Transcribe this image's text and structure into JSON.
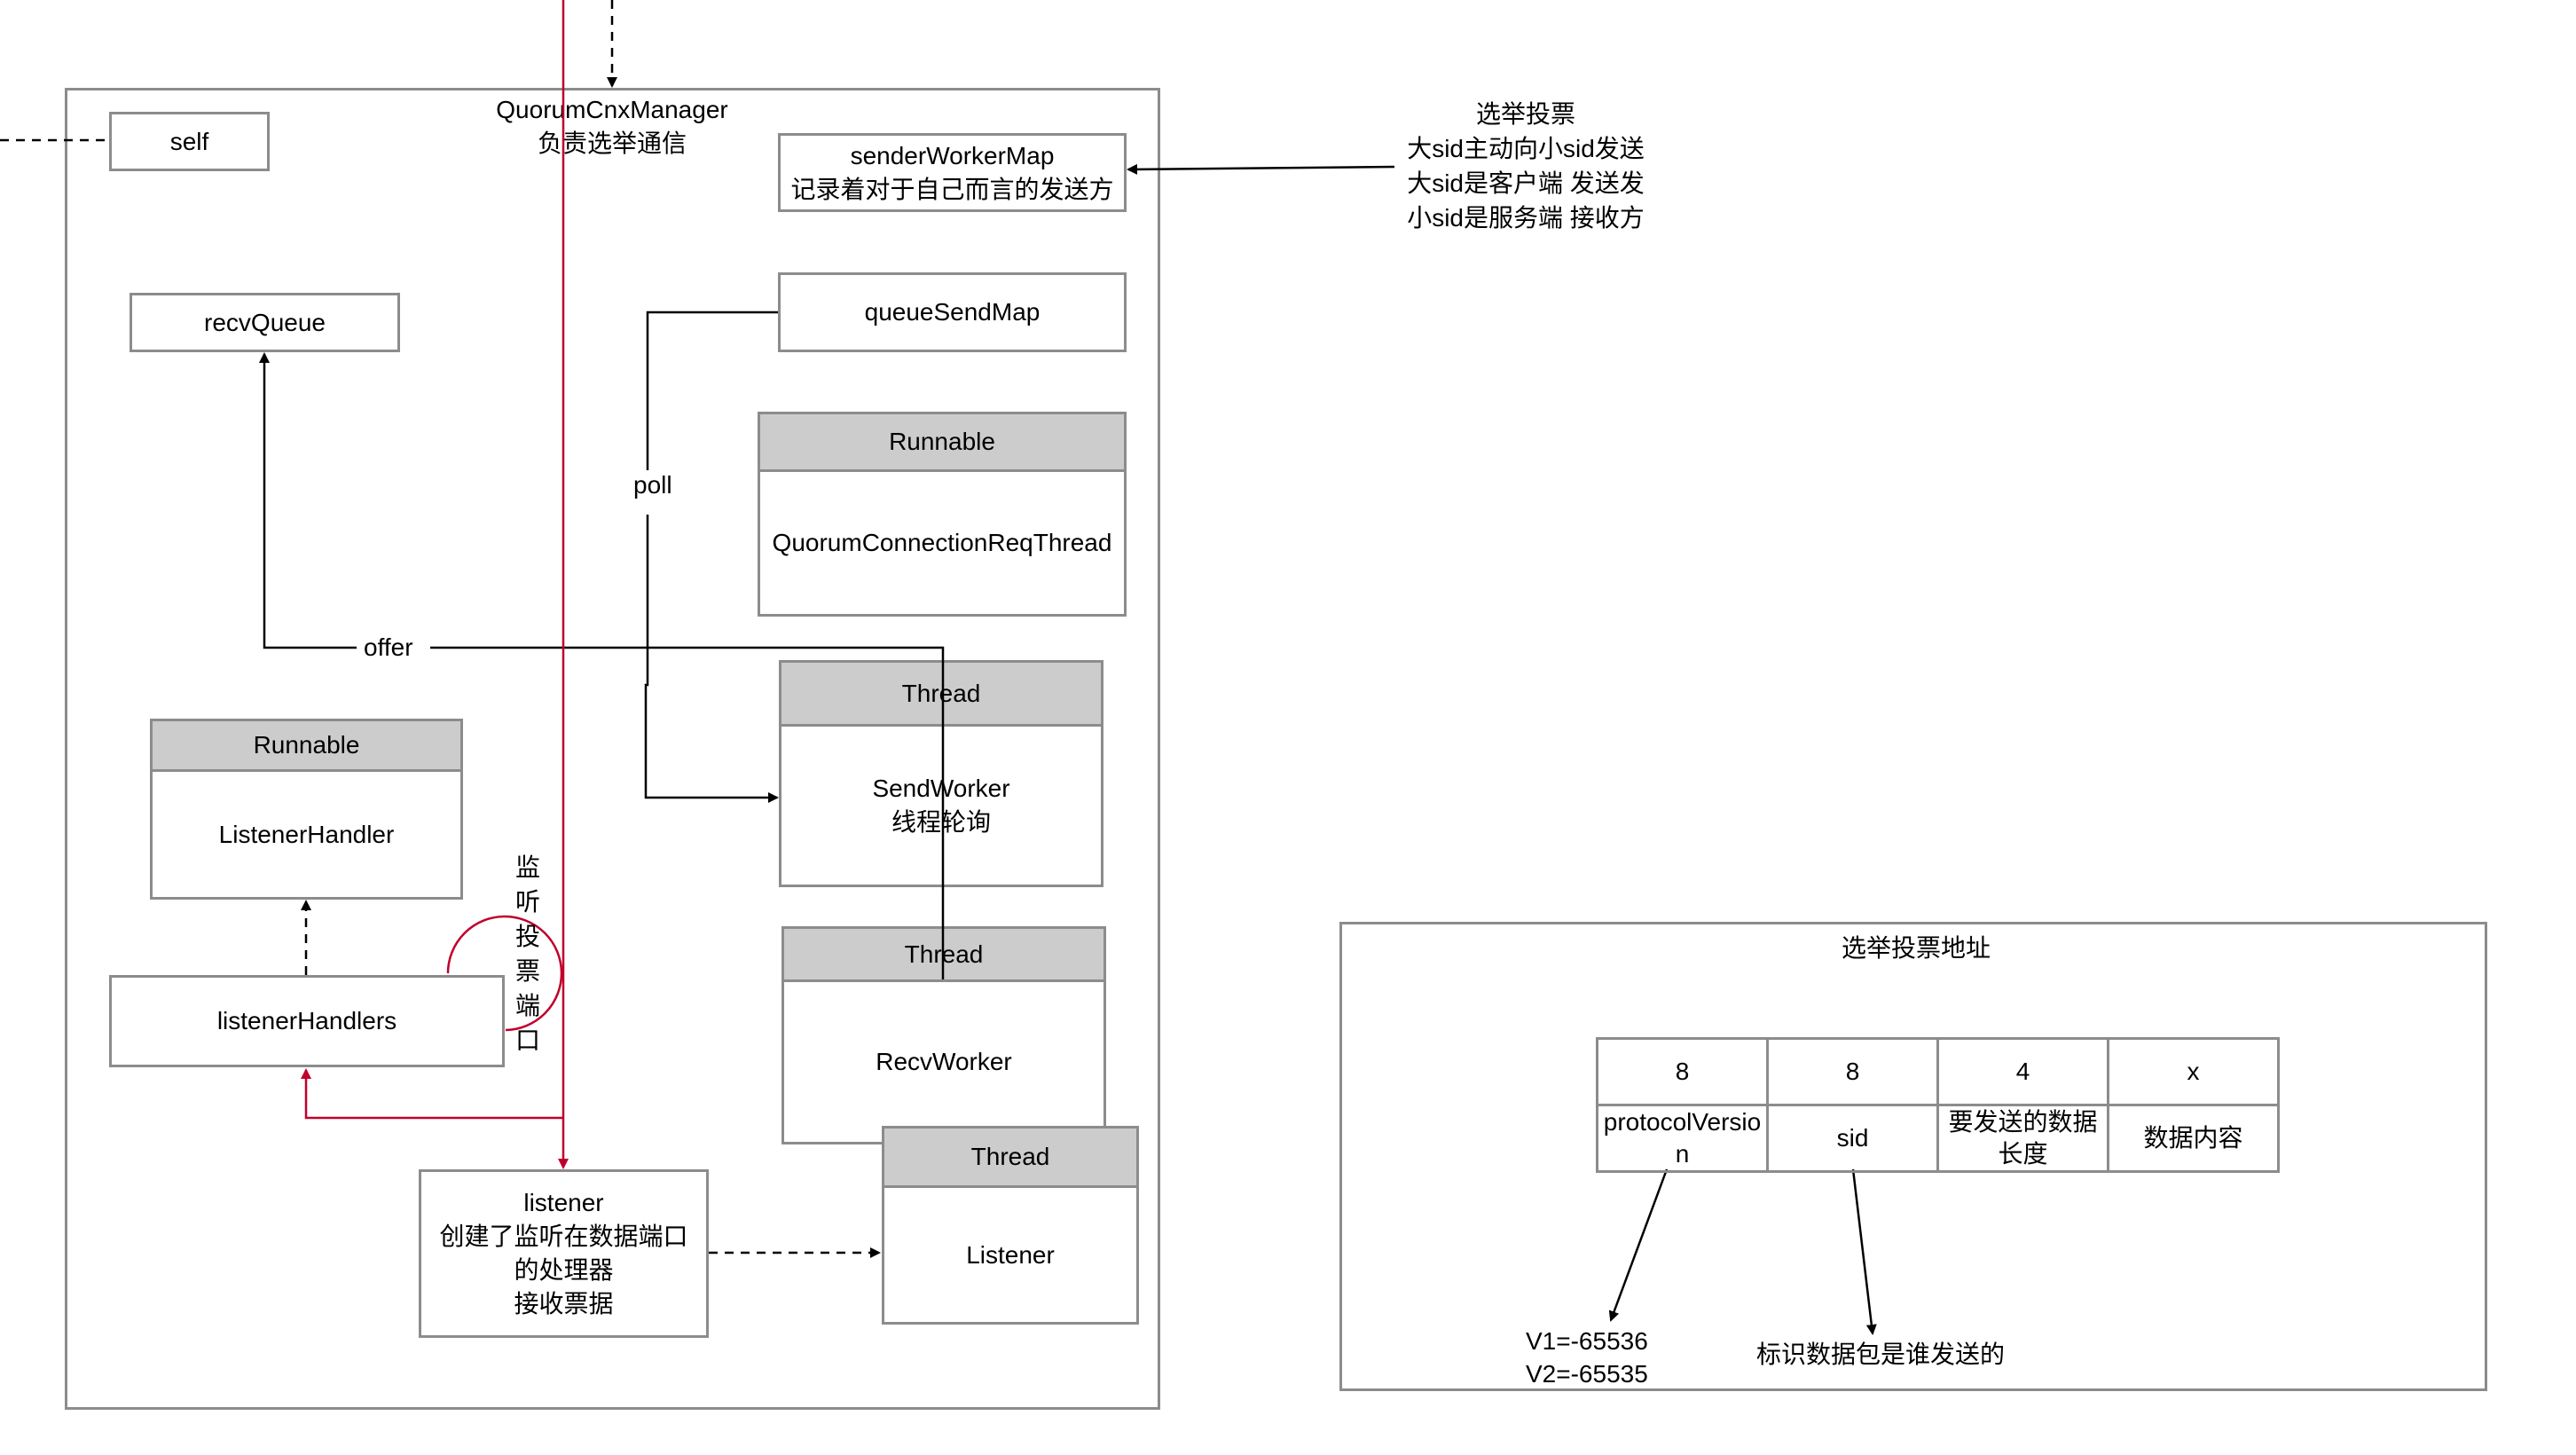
{
  "manager": {
    "title": "QuorumCnxManager\n负责选举通信"
  },
  "nodes": {
    "self": "self",
    "recvQueue": "recvQueue",
    "senderWorkerMap": "senderWorkerMap\n记录着对于自己而言的发送方",
    "queueSendMap": "queueSendMap",
    "connReqThread": {
      "header": "Runnable",
      "body": "QuorumConnectionReqThread"
    },
    "sendWorker": {
      "header": "Thread",
      "body": "SendWorker\n线程轮询"
    },
    "recvWorker": {
      "header": "Thread",
      "body": "RecvWorker"
    },
    "listenerHandler": {
      "header": "Runnable",
      "body": "ListenerHandler"
    },
    "listenerHandlers": "listenerHandlers",
    "listener": "listener\n创建了监听在数据端口\n的处理器\n接收票据",
    "listenerThread": {
      "header": "Thread",
      "body": "Listener"
    }
  },
  "edge_labels": {
    "poll": "poll",
    "offer": "offer",
    "listen_port": "监听投票端口"
  },
  "annotation": {
    "election_vote": "选举投票\n大sid主动向小sid发送\n大sid是客户端 发送发\n小sid是服务端 接收方"
  },
  "packet_panel": {
    "title": "选举投票地址",
    "sizes": [
      "8",
      "8",
      "4",
      "x"
    ],
    "fields": [
      "protocolVersion",
      "sid",
      "要发送的数据长度",
      "数据内容"
    ],
    "version_note": "V1=-65536\nV2=-65535",
    "sid_note": "标识数据包是谁发送的"
  },
  "colors": {
    "border": "#8c8c8c",
    "header_fill": "#cccccc",
    "red_flow": "#c0002a",
    "line": "#000000"
  }
}
